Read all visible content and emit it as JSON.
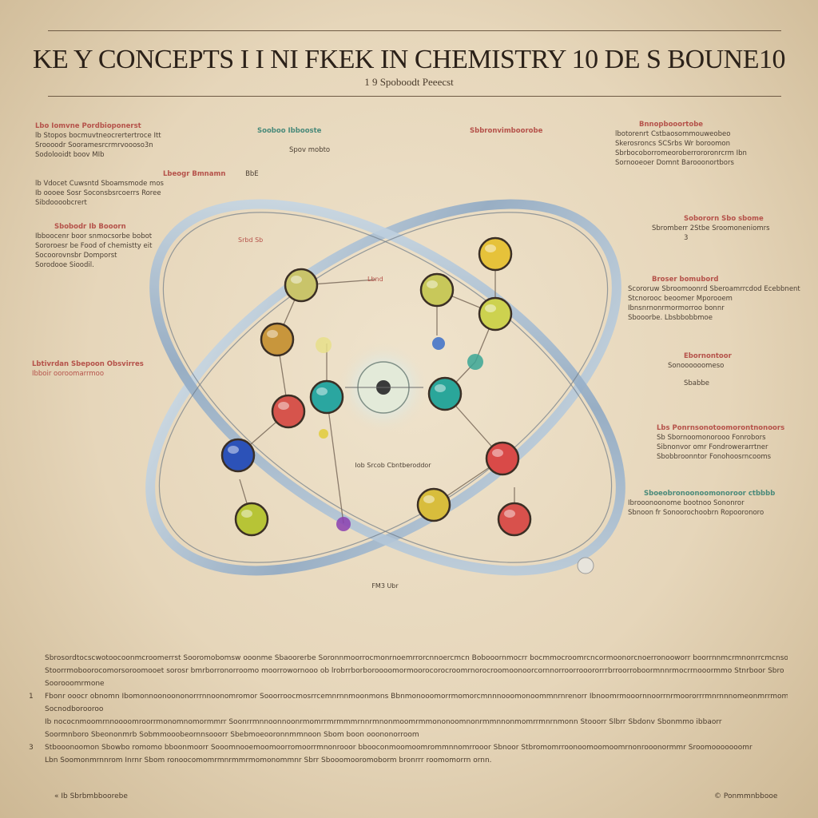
{
  "header": {
    "title": "KE Y CONCEPTS  I I NI FKEK  IN CHEMISTRY   10 DE S BOUNE10",
    "subtitle": "1 9  Spoboodt   Peeecst"
  },
  "notes_left": [
    {
      "heading": "Lbo Iomvne Pordbioponerst",
      "lines": [
        "lb  Stopos bocmuvtneocrertertroce Itt",
        "Sroooodr Sooramesrcrmrvoooso3n",
        "Sodolooidt boov    MIb"
      ],
      "color": "#b5524a"
    },
    {
      "heading": "",
      "lines": [
        "lb  Vdocet Cuwsntd  Sboamsmode  mos",
        "Ib oooee Sosr  Soconsbsrcoerrs Roree",
        "Sibdoooobcrert"
      ],
      "color": "#4b3f33"
    },
    {
      "heading": "Sbobodr Ib Booorn",
      "lines": [
        "Ibboocenr boor snmocsorbe bobot",
        "Sororoesr  be Food  of chemistty eit",
        "Socoorovnsbr Domporst",
        "Sorodooe Sioodil."
      ],
      "color": "#b5524a"
    },
    {
      "heading": "Lbtivrdan  Sbepoon  Obsvirres",
      "lines": [
        "Ibboir ooroomarrmoo"
      ],
      "color": "#b5524a"
    }
  ],
  "notes_top": [
    {
      "heading": "Sooboo Ibbooste",
      "lines": [
        "Spov mobto"
      ],
      "color": "#4a8a7a"
    },
    {
      "heading": "Sbbronvimboorobe",
      "lines": [
        ""
      ],
      "color": "#b5524a"
    },
    {
      "heading": "Lbeogr  Bmnamn",
      "lines": [
        "BbE"
      ],
      "color": "#b5524a"
    }
  ],
  "notes_right": [
    {
      "heading": "Bnnopbooortobe",
      "lines": [
        "lbotorenrt  Cstbaosommouweobeo",
        "Skerosroncs SCSrbs Wr  boroomon",
        "Sbrbocoborromeoroberrororonrcrm  Ibn",
        "Sornooeoer  Domnt  Barooonortbors"
      ],
      "color": "#b5524a"
    },
    {
      "heading": "Sobororn  Sbo sbome",
      "lines": [
        "Sbromberr 2Stbe  Sroomoneniomrs",
        "3"
      ],
      "color": "#b5524a"
    },
    {
      "heading": "Broser  bomubord",
      "lines": [
        "Scororuw  Sbroomoonrd  Sberoamrrcdod  Ecebbnent",
        "Stcnorooc  beoomer  Mporooem",
        "Ibnsnrnonrmormorroo  bonnr",
        "Sbooorbe.    Lbsbbobbmoe"
      ],
      "color": "#4b3f33"
    },
    {
      "heading": "Ebornontoor",
      "lines": [
        "Sonoooooomeso",
        "Sbabbe"
      ],
      "color": "#b5524a"
    },
    {
      "heading": "Lbs Ponrnsonotoomorontnonoors",
      "lines": [
        "Sb Sbornoomonorooo Fonrobors",
        "Sibnonvor omr Fondrowerarrtner",
        "Sbobbroonntor  Fonohoosrncooms"
      ],
      "color": "#b5524a"
    },
    {
      "heading": "Sboeobronoonoomonoroor  ctbbbb",
      "lines": [
        "Ibrooonoonome  bootnoo  Sononror",
        "Sbnoon  fr  Sonoorochoobrn  Ropooronoro"
      ],
      "color": "#4a8a7a"
    }
  ],
  "diagram": {
    "center_label": "Iob Srcob  Cbntberoddor",
    "bottom_label": "FM3 Ubr",
    "left_label": "Srbd  Sb",
    "mid_label": "Lbnd"
  },
  "atoms": [
    {
      "name": "yellow-green",
      "color": "#c9c46a"
    },
    {
      "name": "yellow",
      "color": "#e6c23a"
    },
    {
      "name": "olive",
      "color": "#c8c85a"
    },
    {
      "name": "yellow-green-2",
      "color": "#cdd24f"
    },
    {
      "name": "amber",
      "color": "#c8963c"
    },
    {
      "name": "teal",
      "color": "#2aa6a0"
    },
    {
      "name": "teal-2",
      "color": "#2aa69a"
    },
    {
      "name": "red",
      "color": "#d6544c"
    },
    {
      "name": "blue",
      "color": "#2c52b8"
    },
    {
      "name": "red-2",
      "color": "#d94a48"
    },
    {
      "name": "lime",
      "color": "#b7c436"
    },
    {
      "name": "gold",
      "color": "#d8bd3c"
    },
    {
      "name": "red-3",
      "color": "#d8514c"
    }
  ],
  "bottom_text": [
    {
      "num": "",
      "text": "Sbrosordtocscwotoocoonmcroomerrst  Sooromobomsw ooonme  Sbaoorerbe  Soronnmoorrocmonrnoemrrorcnnoercmcn  Bobooornmocrr bocmmocroomrcncormoonorcnoerronooworr boorrnnmcrmnonrrcmcnsobobomon"
    },
    {
      "num": "",
      "text": "Stoorrmoboorocomorsoroomooet  sorosr  bmrborronorroomo  moorrowornooo  ob   lrobrrborboroooomormoorocorocroomrnorocroomoonoorcornnorroorrooororrrbrroorroboormnnrmocrrnooormmo  Stnrboor   Sbro"
    },
    {
      "num": "",
      "text": "Soorooomrmone"
    },
    {
      "num": "1",
      "text": "Fbonr ooocr obnomn  Ibomonnoonoononorrrnnoonomromor  Sooorroocmosrrcemnrnnmoonmons  Bbnmonooomorrmomorcmnnnooomonoommnrnrenorr  Ibnoomrmooornnoorrnrmoororrrmnrnnnomeonmrrmomn"
    },
    {
      "num": "",
      "text": "Socnodborooroo"
    },
    {
      "num": "",
      "text": "Ib nococnmoomrnnoooomroorrmonomnomormmrr  Soonrrmnnoonnoonrmomrrmrmmmrnnrmnonmoomrmmononoomnonrmmnnonmomrrmnrnmonn  Stooorr  Slbrr  Sbdonv  Sbonmmo  ibbaorr"
    },
    {
      "num": "",
      "text": "Soormnboro  Sbeononmrb  Sobmmooobeornnsooorr  Sbebmoeooronnmmnoon        Sbom boon  ooononorroom"
    },
    {
      "num": "3",
      "text": "Stbooonoomon  Sbowbo  romomo    bboonmoorr  Sooomnooemoomoorromoorrmnonrooor  bbooconmoomoomrommnnomrrooor  Sbnoor  Stbromomrroonoomoomoomrnonrooonormmr  Sroomooooooomr"
    },
    {
      "num": "",
      "text": "Lbn Soomonmrnnrom Inrnr  Sbom ronoocomomrmnrmmrmomonommnr  Sbrr  Sbooomooromoborm  bronrrr  roomomorrn  ornn."
    }
  ],
  "footer": {
    "left": "«  Ib Sbrbmbboorebe",
    "right": "©  Ponmmnbbooe"
  }
}
